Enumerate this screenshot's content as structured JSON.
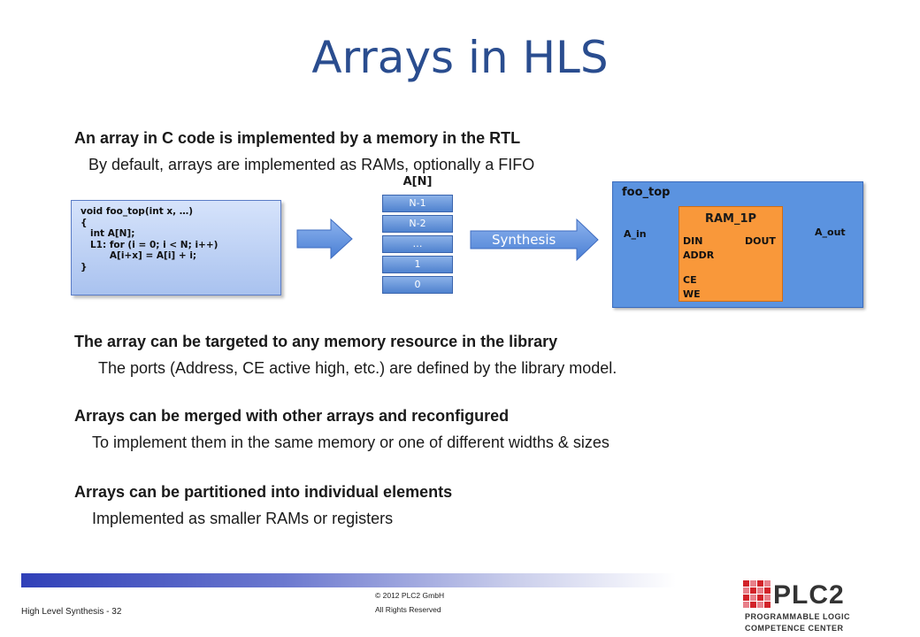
{
  "slide": {
    "title": "Arrays in HLS",
    "bullets": [
      {
        "main": "An array in C code is implemented by a memory in the RTL",
        "sub": "By default, arrays are implemented as RAMs, optionally a FIFO"
      },
      {
        "main": "The array can be targeted to any memory resource in the library",
        "sub": "The ports (Address, CE active high, etc.) are defined by the library model."
      },
      {
        "main": "Arrays can be merged with other arrays and reconfigured",
        "sub": "To implement them in the same memory or one of different widths & sizes"
      },
      {
        "main": "Arrays can be partitioned into individual elements",
        "sub": "Implemented as smaller RAMs or registers"
      }
    ]
  },
  "diagram": {
    "code_lines": [
      "void foo_top(int x, …)",
      "{",
      "   int A[N];",
      "   L1: for (i = 0; i < N; i++)",
      "         A[i+x] = A[i] + i;",
      "}"
    ],
    "array_label": "A[N]",
    "array_cells": [
      "N-1",
      "N-2",
      "…",
      "1",
      "0"
    ],
    "synthesis_label": "Synthesis",
    "module_label": "foo_top",
    "ram_label": "RAM_1P",
    "ports": {
      "din": "DIN",
      "addr": "ADDR",
      "ce": "CE",
      "we": "WE",
      "dout": "DOUT"
    },
    "signals": {
      "input": "A_in",
      "output": "A_out"
    },
    "colors": {
      "arrow_blue": "#5b8fe0",
      "module_blue": "#5b93e0",
      "ram_orange": "#f9983a",
      "signal_red": "#b0303a"
    }
  },
  "footer": {
    "left": "High Level Synthesis - 32",
    "copyright": "© 2012 PLC2 GmbH",
    "rights": "All Rights Reserved",
    "logo": "PLC2",
    "logo_line1": "PROGRAMMABLE LOGIC",
    "logo_line2": "COMPETENCE CENTER"
  }
}
